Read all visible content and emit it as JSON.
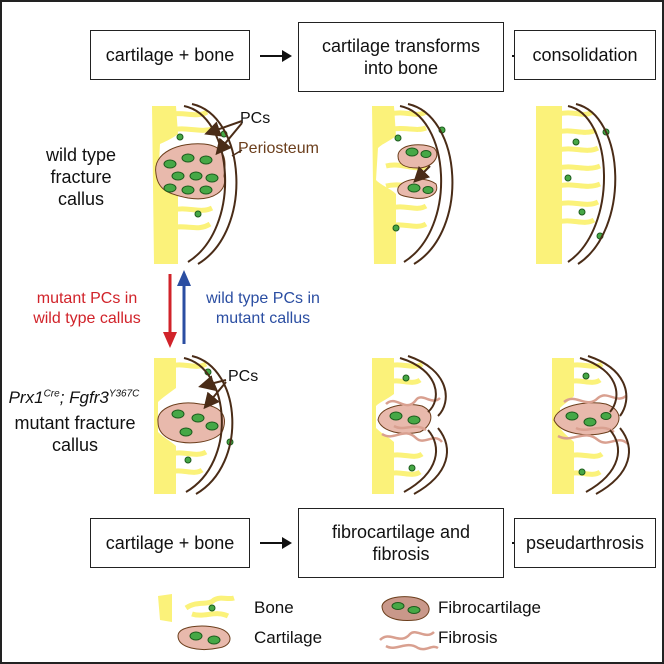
{
  "top_row": {
    "step1": "cartilage + bone",
    "step2": "cartilage transforms\ninto bone",
    "step3": "consolidation"
  },
  "bottom_row": {
    "step1": "cartilage + bone",
    "step2": "fibrocartilage and\nfibrosis",
    "step3": "pseudarthrosis"
  },
  "wild_type": {
    "label": "wild type\nfracture\ncallus",
    "pcs_label": "PCs",
    "periosteum_label": "Periosteum"
  },
  "mutant": {
    "gene1": "Prx1",
    "gene1_sup": "Cre",
    "separator": "; ",
    "gene2": "Fgfr3",
    "gene2_sup": "Y367C",
    "label": "mutant fracture\ncallus",
    "pcs_label": "PCs"
  },
  "transplant": {
    "down_label": "mutant PCs in\nwild type callus",
    "up_label": "wild type PCs in\nmutant callus",
    "down_color": "#d1232a",
    "up_color": "#2b4ea2"
  },
  "legend": {
    "bone": "Bone",
    "cartilage": "Cartilage",
    "fibrocartilage": "Fibrocartilage",
    "fibrosis": "Fibrosis"
  },
  "colors": {
    "bone": "#fbf27a",
    "cartilage": "#e8b9ac",
    "cell": "#46a846",
    "periosteum": "#4a2c17",
    "periosteum_text": "#6b3e1c"
  }
}
